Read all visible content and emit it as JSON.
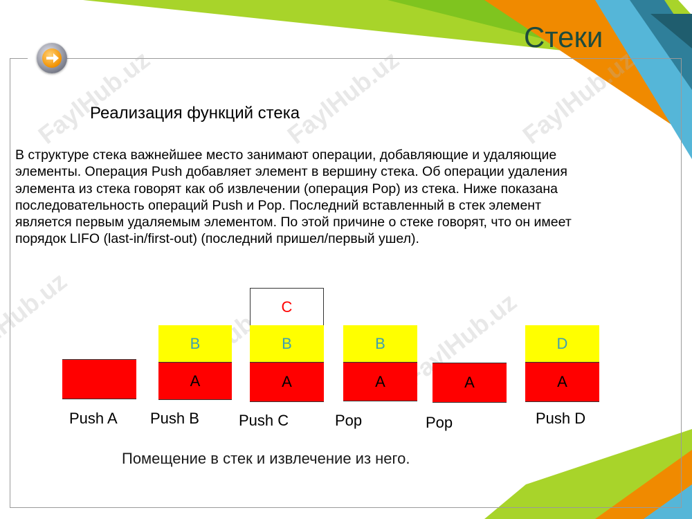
{
  "header": {
    "title": "Стеки"
  },
  "nav": {
    "next_icon": "arrow-right-icon"
  },
  "content": {
    "subtitle": "Реализация функций стека",
    "paragraph_lines": [
      "В структуре стека важнейшее место занимают операции, добавляющие и удаляющие",
      "элементы. Операция Push добавляет элемент в вершину стека. Об операции удаления",
      "элемента из стека говорят как об извлечении (операция Pop) из стека. Ниже показана",
      "последовательность операций Push и Pop. Последний вставленный в стек элемент",
      "является первым удаляемым элементом. По этой причине о стеке говорят, что он имеет",
      "порядок LIFO (last-in/first-out) (последний пришел/первый ушел)."
    ]
  },
  "diagram": {
    "steps": [
      {
        "operation": "Push A",
        "stack": []
      },
      {
        "operation": "Push B",
        "stack": [
          "A",
          "B"
        ]
      },
      {
        "operation": "Push C",
        "stack": [
          "A",
          "B",
          "C"
        ]
      },
      {
        "operation": "Pop",
        "stack": [
          "A",
          "B"
        ]
      },
      {
        "operation": "Pop",
        "stack": [
          "A"
        ]
      },
      {
        "operation": "Push D",
        "stack": [
          "A",
          "D"
        ]
      }
    ],
    "caption": "Помещение в стек и извлечение из него."
  },
  "watermark": "FaylHub.uz",
  "colors": {
    "title": "#1d4b3d",
    "block_bottom": "#ff0000",
    "block_middle": "#ffff00",
    "block_top": "#ffffff",
    "label_red": "#ff0000",
    "label_teal": "#3fa0b0"
  }
}
